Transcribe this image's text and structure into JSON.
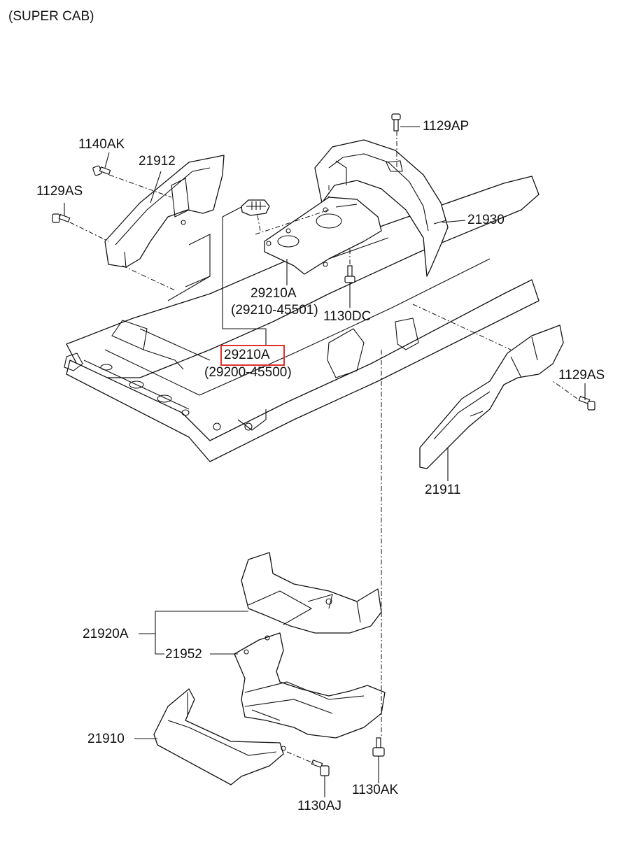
{
  "header": {
    "variant": "(SUPER CAB)"
  },
  "colors": {
    "highlight": "#e0302a",
    "line": "#111111"
  },
  "labels": {
    "bolt_1129ap": "1129AP",
    "bolt_1140ak": "1140AK",
    "cover_21912": "21912",
    "bolt_1129as_left": "1129AS",
    "cover_21930": "21930",
    "cover_29210a_upper": "29210A",
    "cover_29210a_upper_part": "(29210-45501)",
    "bolt_1130dc": "1130DC",
    "cover_29210a_selected": "29210A",
    "cover_29210a_selected_part": "(29200-45500)",
    "bolt_1129as_right": "1129AS",
    "cover_21911": "21911",
    "assy_21920a": "21920A",
    "cover_21952": "21952",
    "cover_21910": "21910",
    "bolt_1130ak": "1130AK",
    "bolt_1130aj": "1130AJ"
  },
  "selected_part": "29210A"
}
